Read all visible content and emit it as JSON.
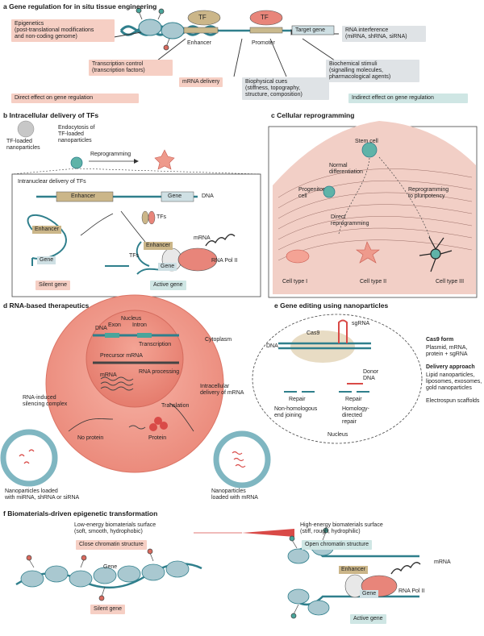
{
  "panel_a": {
    "title": "a  Gene regulation for in situ tissue engineering",
    "epigenetics": "Epigenetics\n(post-translational modifications\nand non-coding genome)",
    "tf1": "TF",
    "tf2": "TF",
    "enhancer": "Enhancer",
    "promoter": "Promoter",
    "target_gene": "Target gene",
    "rnai": "RNA interference\n(miRNA, shRNA, siRNA)",
    "transcription": "Transcription control\n(transcription factors)",
    "mrna_delivery": "mRNA delivery",
    "biochemical": "Biochemical stimuli\n(signalling molecules,\npharmacological agents)",
    "biophysical": "Biophysical cues\n(stiffness, topography,\nstructure, composition)",
    "direct": "Direct effect on gene regulation",
    "indirect": "Indirect effect on gene regulation"
  },
  "panel_b": {
    "title": "b  Intracellular delivery of TFs",
    "tf_nano": "TF-loaded\nnanoparticles",
    "endocytosis": "Endocytosis of\nTF-loaded\nnanoparticles",
    "reprogramming": "Reprogramming",
    "intranuclear": "Intranuclear delivery of TFs",
    "enhancer": "Enhancer",
    "gene": "Gene",
    "dna": "DNA",
    "tfs": "TFs",
    "enhancer2": "Enhancer",
    "gene2": "Gene",
    "mrna": "mRNA",
    "tfs2": "TFs",
    "enhancer3": "Enhancer",
    "gene3": "Gene",
    "rnapol": "RNA Pol II",
    "silent": "Silent gene",
    "active": "Active gene"
  },
  "panel_c": {
    "title": "c  Cellular reprogramming",
    "stem": "Stem cell",
    "normal": "Normal\ndifferentiation",
    "progenitor": "Progenitor\ncell",
    "repro_pluri": "Reprogramming\nto pluripotency",
    "direct": "Direct\nreprogramming",
    "type1": "Cell type I",
    "type2": "Cell type II",
    "type3": "Cell type III"
  },
  "panel_d": {
    "title": "d  RNA-based therapeutics",
    "nucleus": "Nucleus",
    "dna": "DNA",
    "exon": "Exon",
    "intron": "Intron",
    "transcription": "Transcription",
    "precursor": "Precursor mRNA",
    "processing": "RNA processing",
    "mrna": "mRNA",
    "cytoplasm": "Cytoplasm",
    "intracellular": "Intracellular\ndelivery of mRNA",
    "risc": "RNA-induced\nsilencing complex",
    "translation": "Translation",
    "no_protein": "No protein",
    "protein": "Protein",
    "nano_mirna": "Nanoparticles loaded\nwith miRNA, shRNA or siRNA",
    "nano_mrna": "Nanoparticles\nloaded with mRNA"
  },
  "panel_e": {
    "title": "e  Gene editing using nanoparticles",
    "cas9": "Cas9",
    "sgrna": "sgRNA",
    "dna": "DNA",
    "donor": "Donor\nDNA",
    "repair1": "Repair",
    "repair2": "Repair",
    "nhej": "Non-homologous\nend joining",
    "hdr": "Homology-\ndirected\nrepair",
    "nucleus": "Nucleus",
    "cas9_form_title": "Cas9 form",
    "cas9_form": "Plasmid, mRNA,\nprotein + sgRNA",
    "delivery_title": "Delivery approach",
    "delivery": "Lipid nanoparticles,\nliposomes, exosomes,\ngold nanoparticles",
    "electrospun": "Electrospun scaffolds"
  },
  "panel_f": {
    "title": "f  Biomaterials-driven epigenetic transformation",
    "low": "Low-energy biomaterials surface\n(soft, smooth, hydrophobic)",
    "high": "High-energy biomaterials surface\n(stiff, rough, hydrophilic)",
    "close": "Close chromatin structure",
    "open": "Open chromatin structure",
    "gene": "Gene",
    "silent": "Silent gene",
    "enhancer": "Enhancer",
    "gene2": "Gene",
    "mrna": "mRNA",
    "rnapol": "RNA Pol II",
    "active": "Active gene"
  },
  "colors": {
    "pink": "#f6cfc4",
    "teal": "#cfe6e4",
    "gray": "#dfe3e6",
    "salmon": "#e8857a",
    "dna": "#2f7f8c"
  }
}
